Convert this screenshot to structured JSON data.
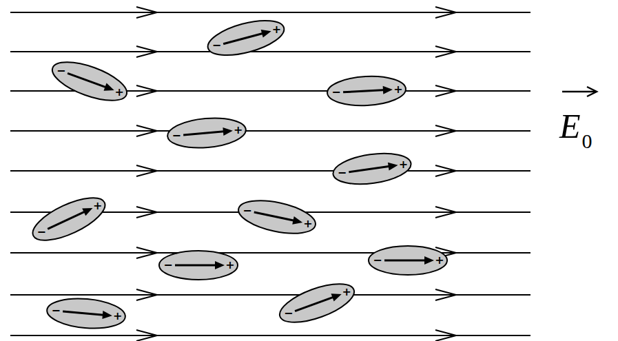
{
  "diagram": {
    "labels": [
      "E",
      "0",
      "−",
      "+",
      "−",
      "+",
      "−",
      "+",
      "−",
      "+",
      "−",
      "+",
      "−",
      "+",
      "−",
      "+",
      "−",
      "+",
      "−",
      "+",
      "−",
      "+",
      "−",
      "+"
    ]
  }
}
